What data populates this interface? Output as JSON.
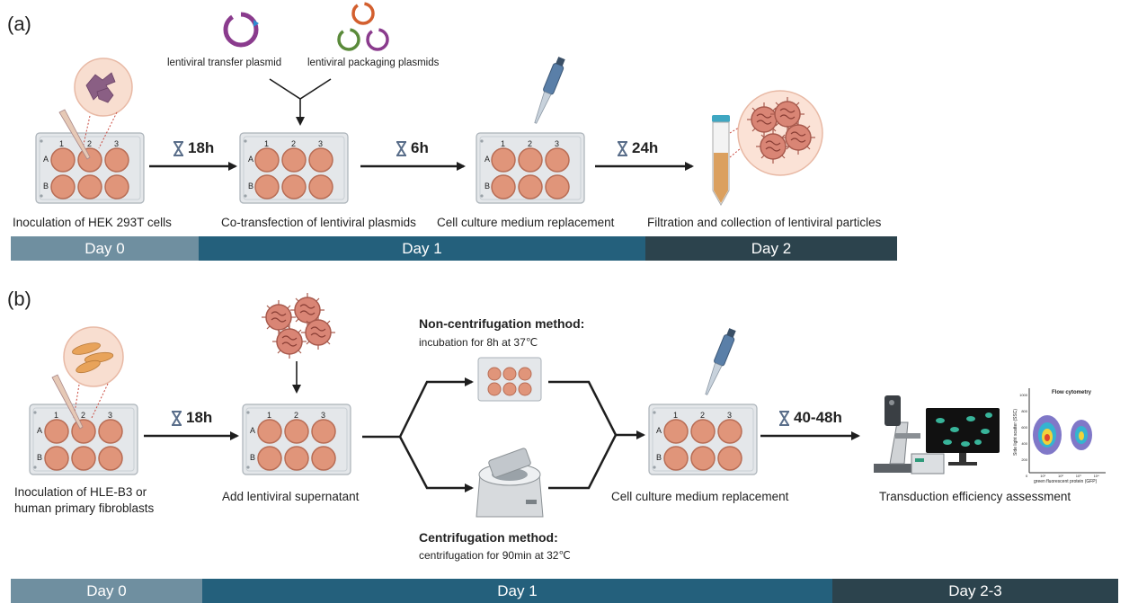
{
  "panel_a": {
    "label": "(a)",
    "plasmid_transfer_label": "lentiviral transfer plasmid",
    "plasmid_packaging_label": "lentiviral packaging plasmids",
    "steps": [
      {
        "caption": "Inoculation of HEK 293T cells"
      },
      {
        "caption": "Co-transfection of lentiviral plasmids"
      },
      {
        "caption": "Cell culture medium replacement"
      },
      {
        "caption": "Filtration and collection of lentiviral particles"
      }
    ],
    "durations": [
      "18h",
      "6h",
      "24h"
    ],
    "timeline": [
      "Day 0",
      "Day 1",
      "Day 2"
    ]
  },
  "panel_b": {
    "label": "(b)",
    "steps": [
      {
        "caption_line1": "Inoculation of HLE-B3 or",
        "caption_line2": "human primary fibroblasts"
      },
      {
        "caption": "Add lentiviral supernatant"
      },
      {
        "caption": "Cell culture medium replacement"
      },
      {
        "caption": "Transduction efficiency assessment"
      }
    ],
    "durations": [
      "18h",
      "40-48h"
    ],
    "non_centrifugation": {
      "title": "Non-centrifugation method:",
      "detail": "incubation for 8h at 37℃"
    },
    "centrifugation": {
      "title": "Centrifugation method:",
      "detail": "centrifugation for 90min at 32℃"
    },
    "flow_plot": {
      "title": "Flow cytometry",
      "ylabel": "Side light scatter (SSC)",
      "xlabel": "green fluorescent protein (GFP)",
      "yticks": [
        "1000",
        "800",
        "600",
        "400",
        "200",
        "0"
      ],
      "xticks": [
        "0",
        "10¹",
        "10²",
        "10³",
        "10⁴"
      ]
    },
    "timeline": [
      "Day 0",
      "Day 1",
      "Day 2-3"
    ]
  },
  "plate": {
    "col_labels": [
      "1",
      "2",
      "3"
    ],
    "row_labels": [
      "A",
      "B"
    ]
  },
  "colors": {
    "well": "#e0957a",
    "plate": "#e4e7ea",
    "arrow": "#1e1e1e",
    "day0": "#6f8fa0",
    "day1": "#24607c",
    "day2": "#2c434d"
  }
}
